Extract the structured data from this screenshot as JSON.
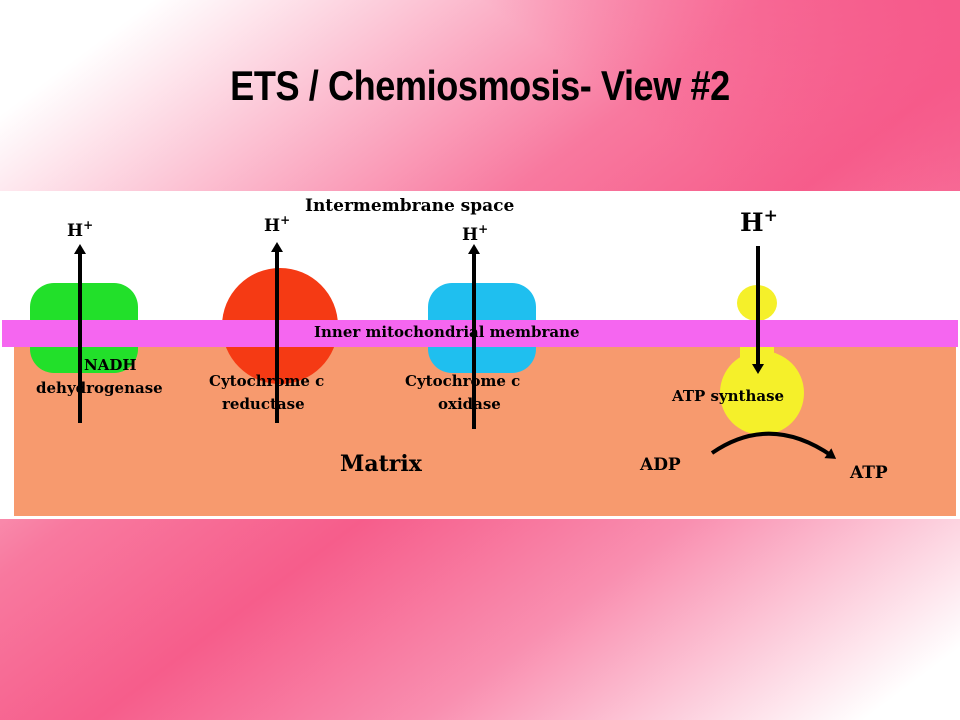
{
  "slide": {
    "title": "ETS / Chemiosmosis- View #2",
    "background_colors": [
      "#ffffff",
      "#f75a8a",
      "#ffffff"
    ]
  },
  "diagram": {
    "intermembrane_label": "Intermembrane space",
    "membrane_label": "Inner mitochondrial membrane",
    "matrix_label": "Matrix",
    "proton_label": "H",
    "proton_charge": "+",
    "complexes": [
      {
        "id": "nadh",
        "line1": "NADH",
        "line2": "dehydrogenase",
        "color": "#22e02a"
      },
      {
        "id": "cytred",
        "line1": "Cytochrome c",
        "line2": "reductase",
        "color": "#f53a14"
      },
      {
        "id": "cytox",
        "line1": "Cytochrome c",
        "line2": "oxidase",
        "color": "#1fbfef"
      }
    ],
    "synthase": {
      "label": "ATP synthase",
      "color": "#f5f02a",
      "substrate": "ADP",
      "product": "ATP"
    },
    "colors": {
      "membrane": "#f566f0",
      "matrix": "#f79a6e",
      "space": "#ffffff"
    }
  }
}
